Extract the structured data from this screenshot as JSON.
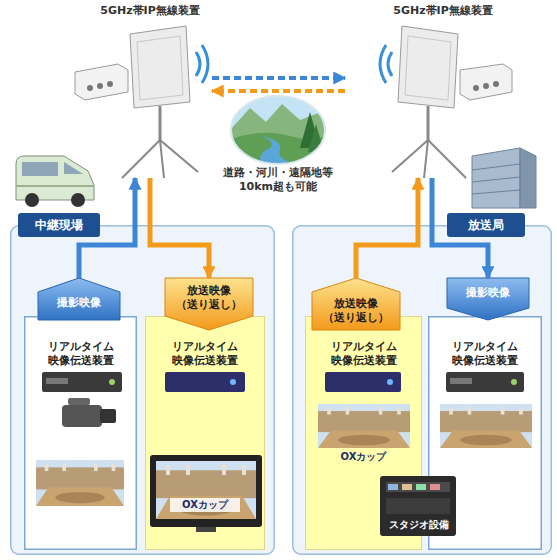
{
  "diagram": {
    "nodes": [
      {
        "text": [
          "5GHz帯IP無線装置"
        ]
      },
      {
        "text": [
          "5GHz帯IP無線装置"
        ]
      },
      {
        "text": [
          "中継現場"
        ]
      },
      {
        "text": [
          "撮影映像"
        ],
        "in": 2
      },
      {
        "text": [
          "放送映像 （送り返し）"
        ],
        "in": 2
      },
      {
        "text": [
          "リアルタイム 映像伝送装置"
        ],
        "in": 2
      },
      {
        "text": [
          "リアルタイム 映像伝送装置",
          "OXカップ"
        ],
        "in": 2
      },
      {
        "text": [
          "放送局"
        ]
      },
      {
        "text": [
          "放送映像 （送り返し）"
        ],
        "in": 7
      },
      {
        "text": [
          "撮影映像"
        ],
        "in": 7
      },
      {
        "text": [
          "リアルタイム 映像伝送装置",
          "OXカップ",
          "スタジオ設備"
        ],
        "in": 7
      },
      {
        "text": [
          "リアルタイム 映像伝送装置"
        ],
        "in": 7
      }
    ],
    "edges": [
      {
        "from": 0,
        "to": 1,
        "arrow": "to"
      },
      {
        "from": 1,
        "to": 0,
        "arrow": "to"
      },
      {
        "from": 3,
        "to": 0,
        "arrow": "to"
      },
      {
        "from": 0,
        "to": 4,
        "arrow": "to"
      },
      {
        "from": 8,
        "to": 1,
        "arrow": "to"
      },
      {
        "from": 1,
        "to": 9,
        "arrow": "to"
      }
    ],
    "labels": [
      "道路・河川・遠隔地等 10km超も可能"
    ]
  }
}
